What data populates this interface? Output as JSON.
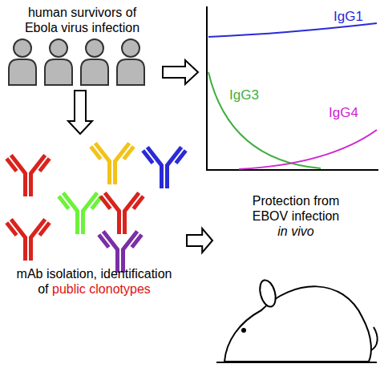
{
  "diagram": {
    "nodes": [
      {
        "text": [
          "human survivors of Ebola virus infection"
        ]
      },
      {
        "text": [
          "IgG1",
          "IgG3",
          "IgG4"
        ]
      },
      {
        "text": [
          "mAb isolation, identification of",
          "public clonotypes"
        ]
      },
      {
        "text": [
          "Protection from EBOV infection",
          "in vivo"
        ]
      }
    ],
    "edges": [
      {
        "from": 0,
        "to": 1,
        "arrow": "to"
      },
      {
        "from": 0,
        "to": 2,
        "arrow": "to"
      },
      {
        "from": 2,
        "to": 3,
        "arrow": "to"
      }
    ]
  }
}
